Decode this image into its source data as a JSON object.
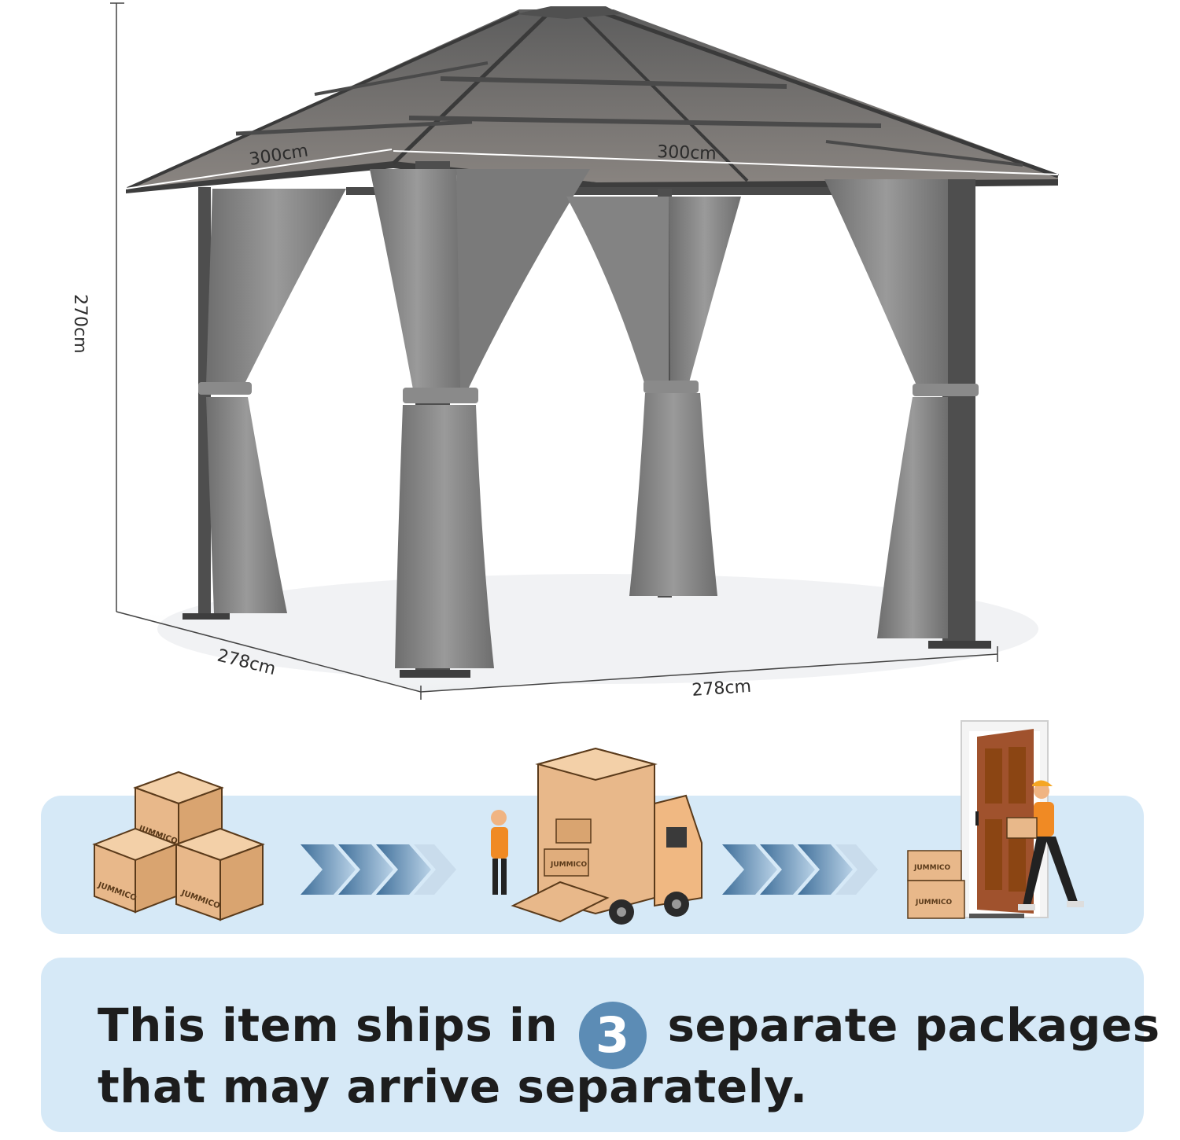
{
  "dimensions": {
    "roof_width_left": "300cm",
    "roof_width_right": "300cm",
    "height": "270cm",
    "base_depth": "278cm",
    "base_width": "278cm"
  },
  "brand": "JUMMICO",
  "colors": {
    "panel_background": "#d6e9f7",
    "badge": "#5c8cb5",
    "arrow": "#5b86ad",
    "box": "#e8b88a",
    "frame": "#4a4a4a",
    "curtain": "#7d7d7d"
  },
  "shipping_flow": {
    "steps": [
      "boxes-icon",
      "chevron-arrows-icon",
      "delivery-truck-icon",
      "chevron-arrows-icon",
      "door-delivery-icon"
    ]
  },
  "message": {
    "line1_before": "This item ships in",
    "count": "3",
    "line1_after": "separate packages",
    "line2": "that may arrive separately."
  }
}
